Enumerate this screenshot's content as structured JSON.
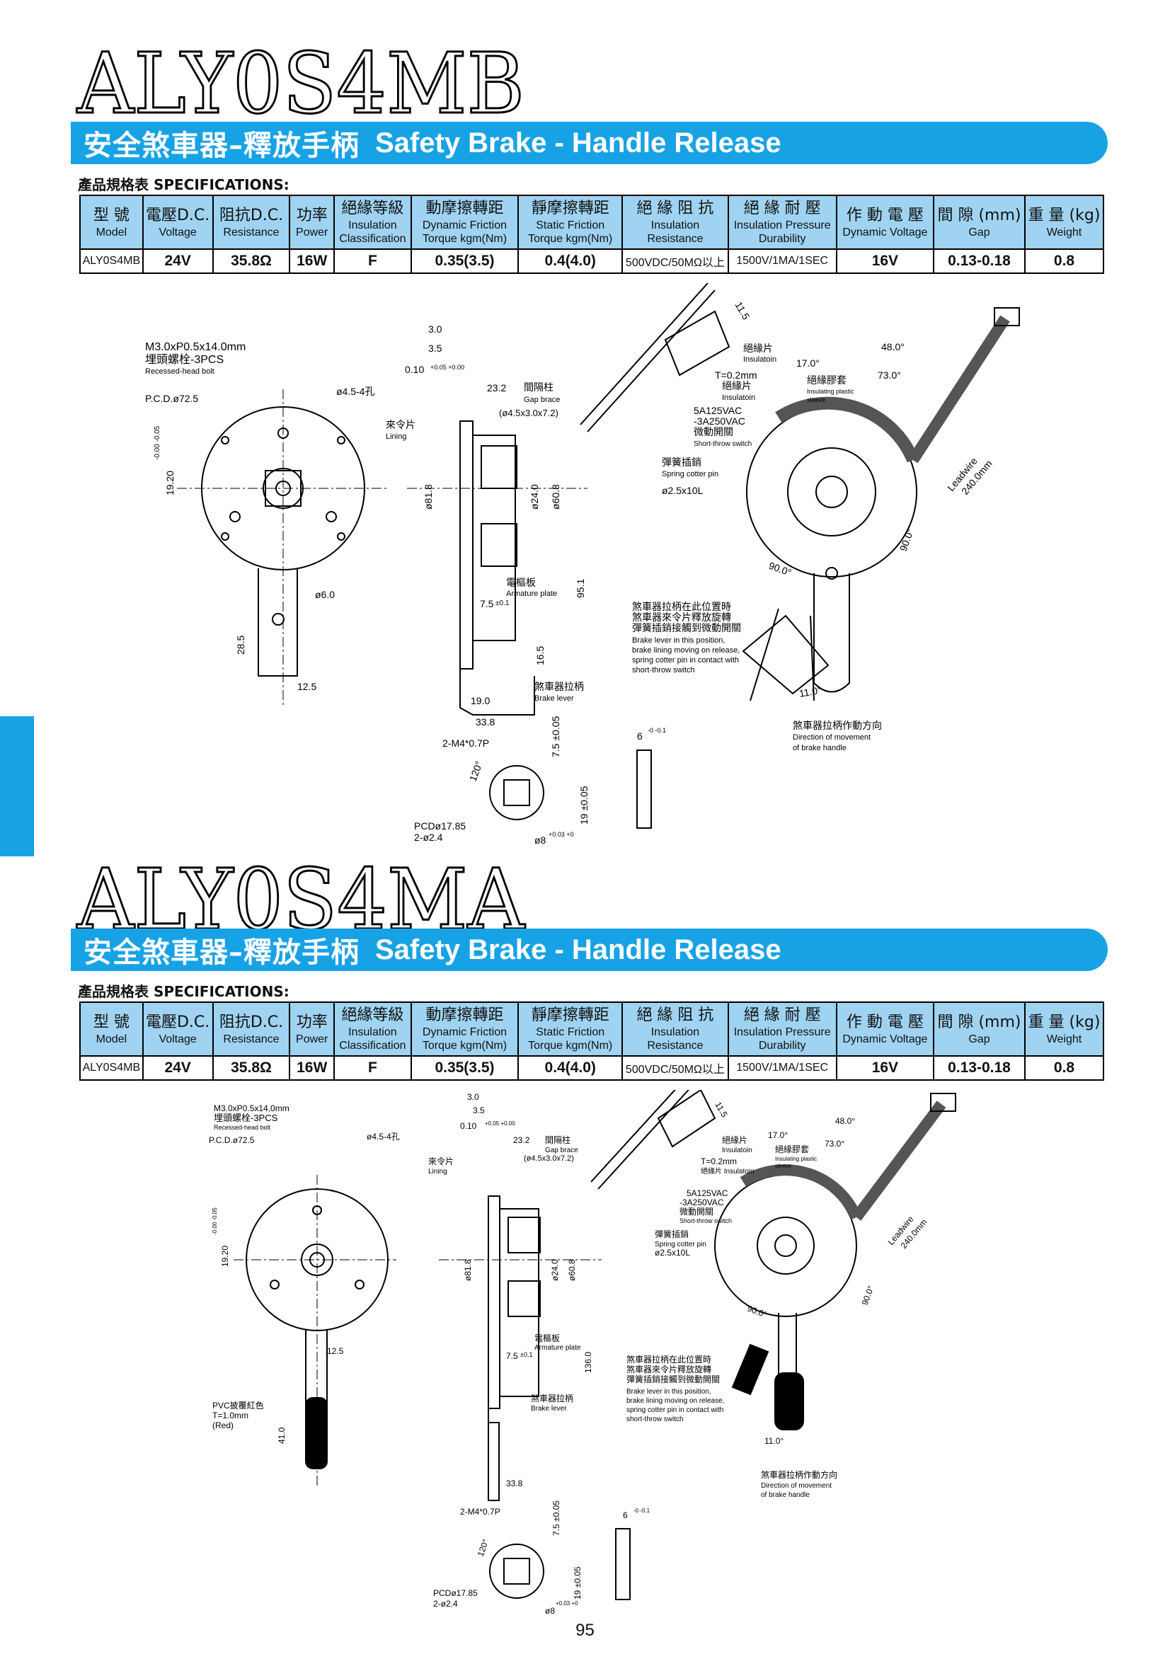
{
  "page_number": "95",
  "sections": [
    {
      "model_title": "ALY0S4MB",
      "banner_zh": "安全煞車器–釋放手柄",
      "banner_en": "Safety Brake - Handle Release",
      "spec_heading": "產品規格表 SPECIFICATIONS:",
      "columns": [
        {
          "zh": "型 號",
          "en": "Model"
        },
        {
          "zh": "電壓D.C.",
          "en": "Voltage"
        },
        {
          "zh": "阻抗D.C.",
          "en": "Resistance"
        },
        {
          "zh": "功率",
          "en": "Power"
        },
        {
          "zh": "絕緣等級",
          "en": "Insulation Classification"
        },
        {
          "zh": "動摩擦轉距",
          "en": "Dynamic Friction Torque kgm(Nm)"
        },
        {
          "zh": "靜摩擦轉距",
          "en": "Static Friction Torque kgm(Nm)"
        },
        {
          "zh": "絕 緣 阻 抗",
          "en": "Insulation Resistance"
        },
        {
          "zh": "絕 緣 耐 壓",
          "en": "Insulation Pressure Durability"
        },
        {
          "zh": "作 動 電 壓",
          "en": "Dynamic Voltage"
        },
        {
          "zh": "間 隙 (mm)",
          "en": "Gap"
        },
        {
          "zh": "重 量 (kg)",
          "en": "Weight"
        }
      ],
      "row": [
        "ALY0S4MB",
        "24V",
        "35.8Ω",
        "16W",
        "F",
        "0.35(3.5)",
        "0.4(4.0)",
        "500VDC/50MΩ以上",
        "1500V/1MA/1SEC",
        "16V",
        "0.13-0.18",
        "0.8"
      ],
      "drawing": {
        "front_labels": {
          "bolt": "M3.0xP0.5x14.0mm",
          "bolt_zh": "埋頭螺栓-3PCS",
          "bolt_en": "Recessed-head bolt",
          "pcd": "P.C.D.ø72.5",
          "hole": "ø4.5-4孔",
          "dim_v": "19.20",
          "tol": "-0.00 -0.05",
          "pin": "ø6.0",
          "lever_len": "28.5",
          "lever_w": "12.5"
        },
        "side_labels": {
          "d30": "3.0",
          "d35": "3.5",
          "d010": "0.10",
          "tol010": "+0.05 +0.00",
          "d232": "23.2",
          "gap_zh": "間隔柱",
          "gap_en": "Gap brace",
          "gap_size": "(ø4.5x3.0x7.2)",
          "lining_zh": "來令片",
          "lining_en": "Lining",
          "d818": "ø81.8",
          "d240": "ø24.0",
          "d608": "ø60.8",
          "d951": "95.1",
          "arm_zh": "電樞板",
          "arm_en": "Armature plate",
          "d75": "7.5",
          "tol01": "±0.1",
          "d165": "16.5",
          "d190": "19.0",
          "d338": "33.8",
          "lever_zh": "煞車器拉柄",
          "lever_en": "Brake lever"
        },
        "hub_labels": {
          "thread": "2-M4*0.7P",
          "angle": "120°",
          "d75": "7.5 ±0.05",
          "d19": "19 ±0.05",
          "pcd": "PCDø17.85",
          "holes": "2-ø2.4",
          "d8": "ø8",
          "tol8": "+0.03 +0",
          "d6": "6",
          "tol6": "-0 -0.1"
        },
        "right_labels": {
          "d115": "11.5",
          "ins_zh": "絕緣片",
          "ins_en": "Insulatoin",
          "t02": "T=0.2mm",
          "ins2_zh": "絕緣片",
          "ins2_en": "Insulatoin",
          "switch1": "5A125VAC",
          "switch2": "-3A250VAC",
          "switch_zh": "微動開關",
          "switch_en": "Short-throw switch",
          "spring_zh": "彈簧插銷",
          "spring_en": "Spring cotter pin",
          "spring_size": "ø2.5x10L",
          "a170": "17.0°",
          "a480": "48.0°",
          "a730": "73.0°",
          "sleeve_zh": "絕緣膠套",
          "sleeve_en1": "Insulating plastic",
          "sleeve_en2": "sleeve",
          "lead1": "Leadwire",
          "lead2": "240.0mm",
          "a900a": "90.0°",
          "a900b": "90.0°",
          "a110": "11.0°",
          "note_zh1": "煞車器拉柄在此位置時",
          "note_zh2": "煞車器來令片釋放旋轉",
          "note_zh3": "彈簧插銷接觸到微動開關",
          "note_en1": "Brake lever in this position,",
          "note_en2": "brake lining moving on release,",
          "note_en3": "spring cotter pin in contact with",
          "note_en4": "short-throw switch",
          "dir_zh": "煞車器拉柄作動方向",
          "dir_en1": "Direction of movement",
          "dir_en2": "of brake handle"
        }
      }
    },
    {
      "model_title": "ALY0S4MA",
      "banner_zh": "安全煞車器–釋放手柄",
      "banner_en": "Safety Brake - Handle Release",
      "spec_heading": "產品規格表 SPECIFICATIONS:",
      "columns": [
        {
          "zh": "型 號",
          "en": "Model"
        },
        {
          "zh": "電壓D.C.",
          "en": "Voltage"
        },
        {
          "zh": "阻抗D.C.",
          "en": "Resistance"
        },
        {
          "zh": "功率",
          "en": "Power"
        },
        {
          "zh": "絕緣等級",
          "en": "Insulation Classification"
        },
        {
          "zh": "動摩擦轉距",
          "en": "Dynamic Friction Torque kgm(Nm)"
        },
        {
          "zh": "靜摩擦轉距",
          "en": "Static Friction Torque kgm(Nm)"
        },
        {
          "zh": "絕 緣 阻 抗",
          "en": "Insulation Resistance"
        },
        {
          "zh": "絕 緣 耐 壓",
          "en": "Insulation Pressure Durability"
        },
        {
          "zh": "作 動 電 壓",
          "en": "Dynamic Voltage"
        },
        {
          "zh": "間 隙 (mm)",
          "en": "Gap"
        },
        {
          "zh": "重 量 (kg)",
          "en": "Weight"
        }
      ],
      "row": [
        "ALY0S4MB",
        "24V",
        "35.8Ω",
        "16W",
        "F",
        "0.35(3.5)",
        "0.4(4.0)",
        "500VDC/50MΩ以上",
        "1500V/1MA/1SEC",
        "16V",
        "0.13-0.18",
        "0.8"
      ],
      "drawing": {
        "front_labels": {
          "bolt": "M3.0xP0.5x14.0mm",
          "bolt_zh": "埋頭螺栓-3PCS",
          "bolt_en": "Recessed-head bolt",
          "pcd": "P.C.D.ø72.5",
          "hole": "ø4.5-4孔",
          "dim_v": "19.20",
          "tol": "-0.00 -0.05",
          "lever_w": "12.5",
          "pvc_zh": "PVC披覆紅色",
          "pvc_t": "T=1.0mm",
          "pvc_c": "(Red)",
          "pvc_len": "41.0"
        },
        "side_labels": {
          "d30": "3.0",
          "d35": "3.5",
          "d010": "0.10",
          "tol010": "+0.05 +0.00",
          "d232": "23.2",
          "gap_zh": "間隔柱",
          "gap_en": "Gap brace",
          "gap_size": "(ø4.5x3.0x7.2)",
          "lining_zh": "來令片",
          "lining_en": "Lining",
          "d818": "ø81.8",
          "d240": "ø24.0",
          "d608": "ø60.8",
          "d1360": "136.0",
          "arm_zh": "電樞板",
          "arm_en": "Armature plate",
          "d75": "7.5",
          "tol01": "±0.1",
          "d338": "33.8",
          "lever_zh": "煞車器拉柄",
          "lever_en": "Brake lever"
        },
        "hub_labels": {
          "thread": "2-M4*0.7P",
          "angle": "120°",
          "d75": "7.5 ±0.05",
          "d19": "19 ±0.05",
          "pcd": "PCDø17.85",
          "holes": "2-ø2.4",
          "d8": "ø8",
          "tol8": "+0.03 +0",
          "d6": "6",
          "tol6": "-0 -0.1"
        },
        "right_labels": {
          "d115": "11.5",
          "ins_zh": "絕緣片",
          "ins_en": "Insulatoin",
          "t02": "T=0.2mm",
          "ins2": "絕緣片 Insulatoin",
          "switch1": "5A125VAC",
          "switch2": "-3A250VAC",
          "switch_zh": "微動開關",
          "switch_en": "Short-throw switch",
          "spring_zh": "彈簧插銷",
          "spring_en": "Spring cotter pin",
          "spring_size": "ø2.5x10L",
          "a170": "17.0°",
          "a480": "48.0°",
          "a730": "73.0°",
          "sleeve_zh": "絕緣膠套",
          "sleeve_en1": "Insulating plastic",
          "sleeve_en2": "sleeve",
          "lead1": "Leadwire",
          "lead2": "240.0mm",
          "a900a": "90.0°",
          "a900b": "90.0°",
          "a110": "11.0°",
          "note_zh1": "煞車器拉柄在此位置時",
          "note_zh2": "煞車器來令片釋放旋轉",
          "note_zh3": "彈簧插銷接觸到微動開關",
          "note_en1": "Brake lever in this position,",
          "note_en2": "brake lining moving on release,",
          "note_en3": "spring cotter pin in contact with",
          "note_en4": "short-throw switch",
          "dir_zh": "煞車器拉柄作動方向",
          "dir_en1": "Direction of movement",
          "dir_en2": "of brake handle"
        }
      }
    }
  ]
}
